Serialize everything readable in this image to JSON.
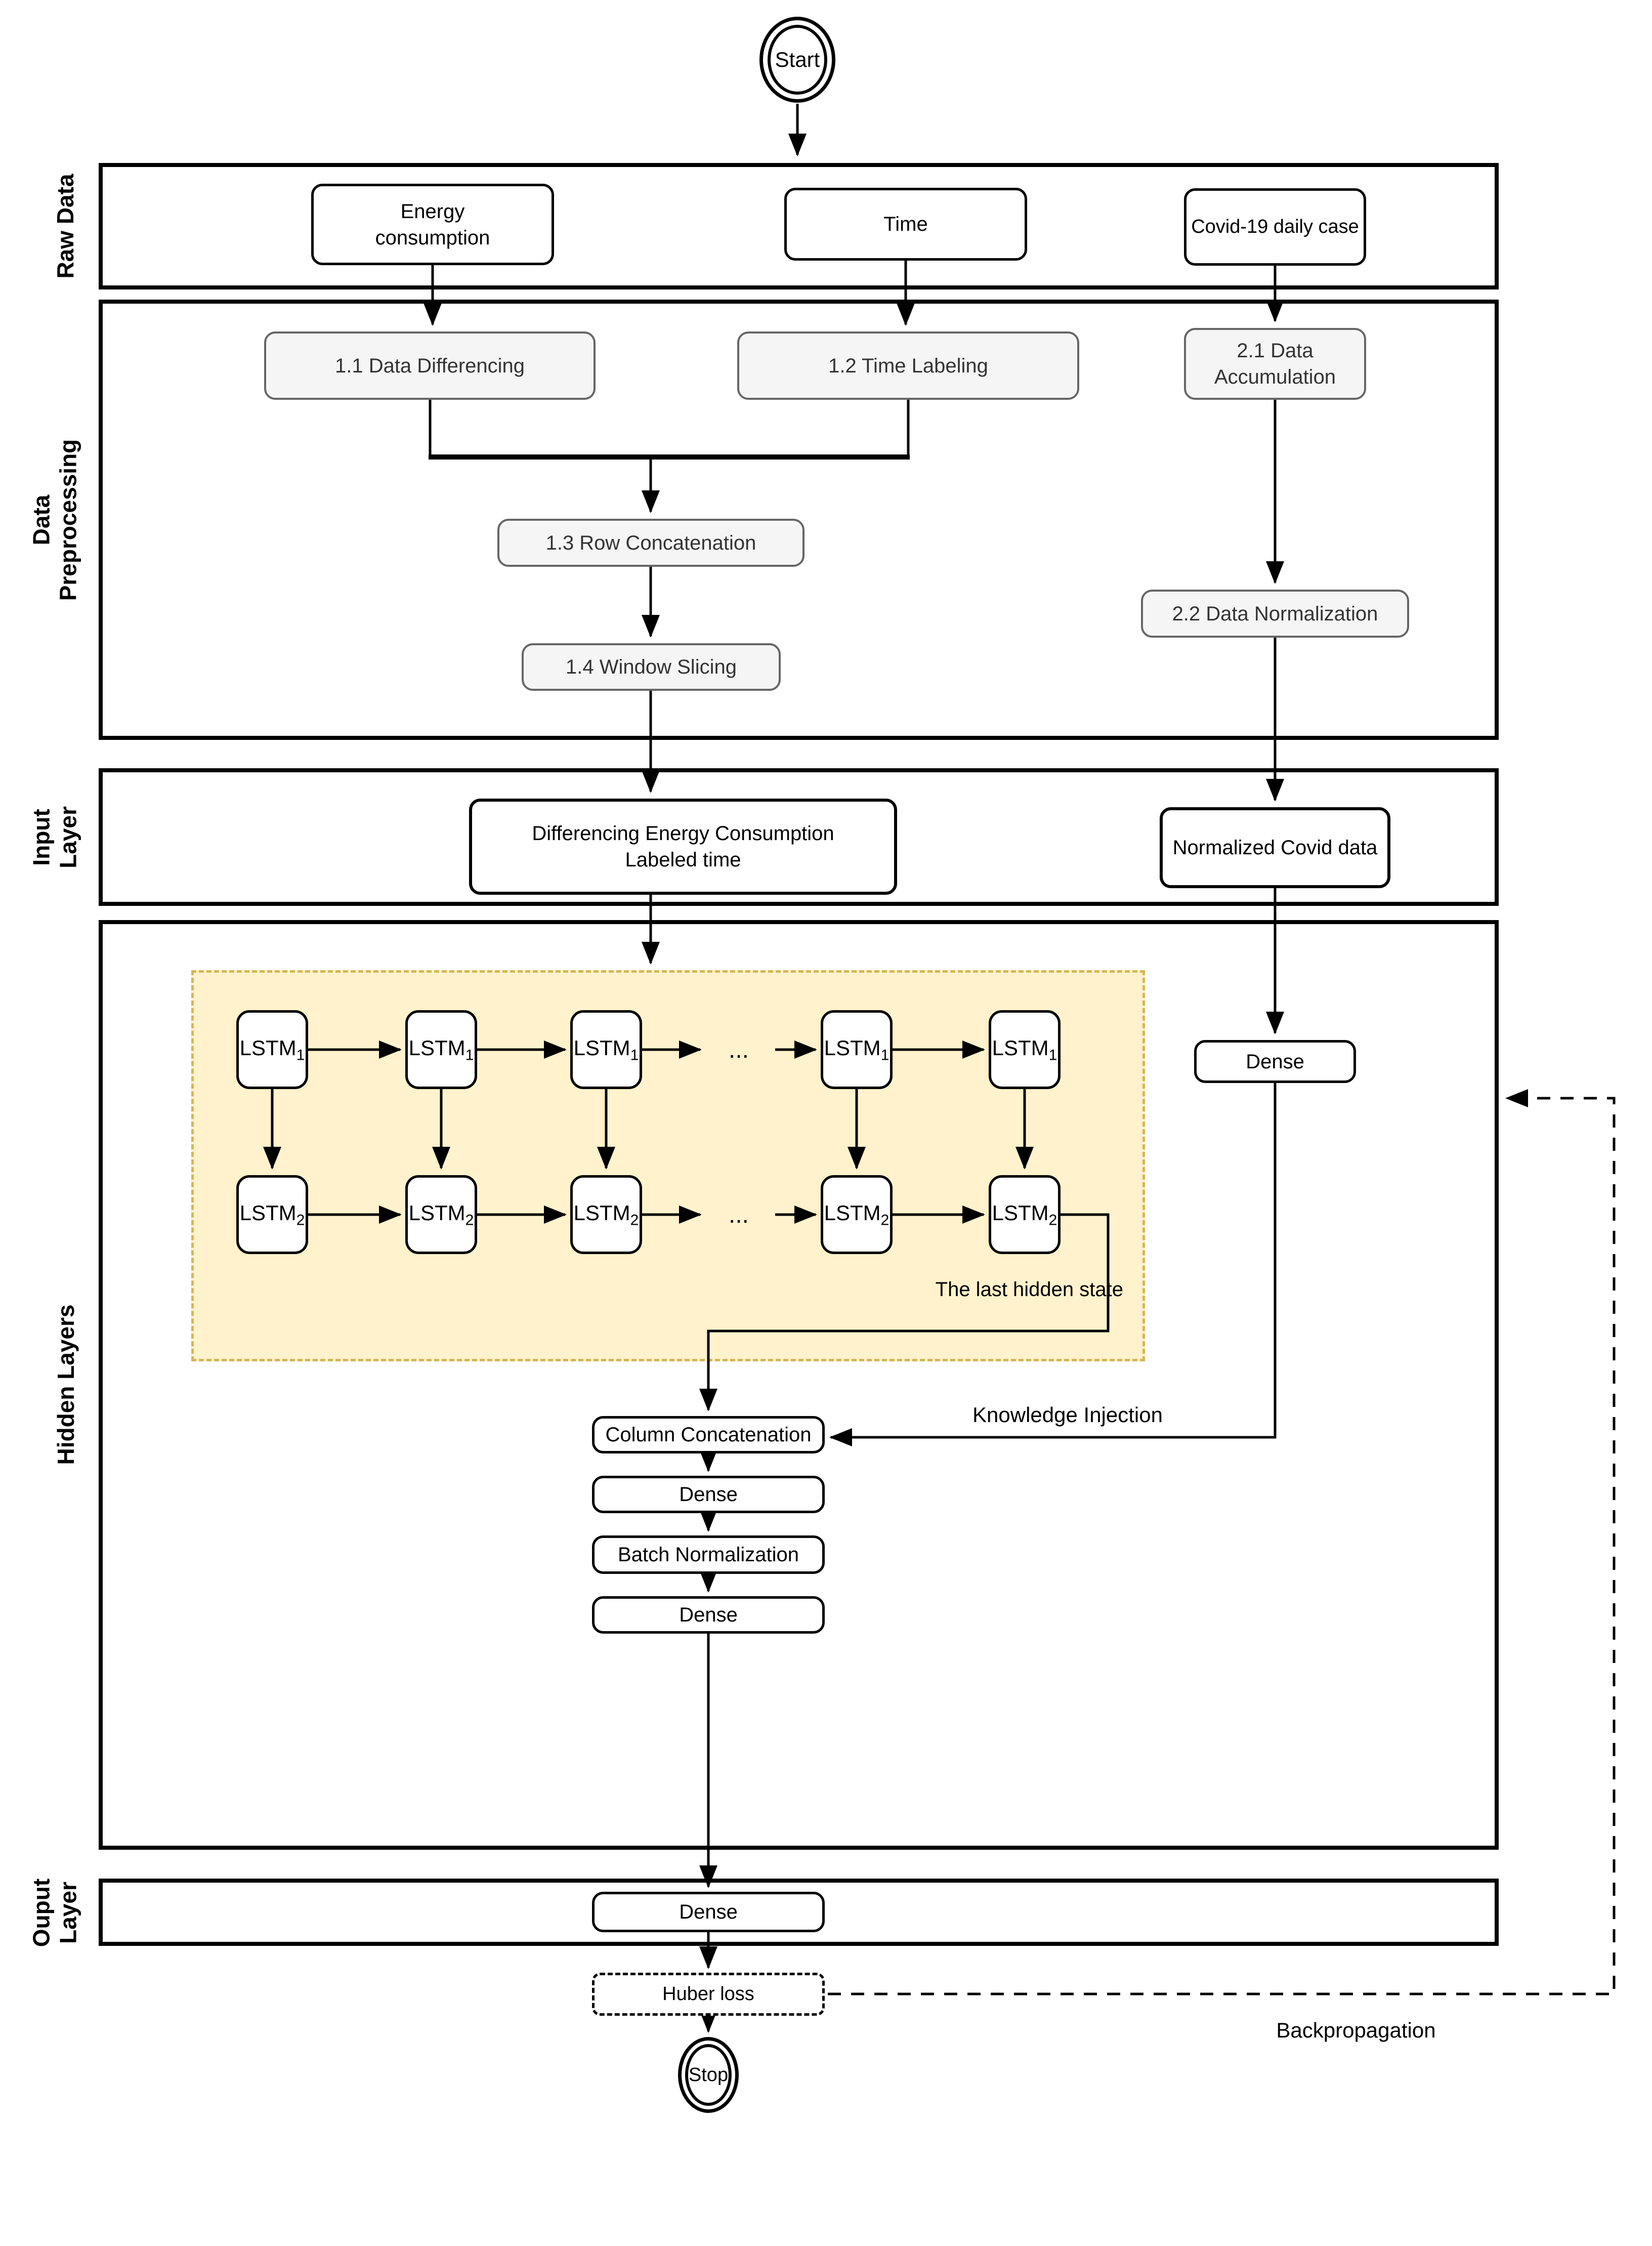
{
  "start_label": "Start",
  "stop_label": "Stop",
  "sections": {
    "raw": "Raw Data",
    "prep_line1": "Data",
    "prep_line2": "Preprocessing",
    "input_line1": "Input",
    "input_line2": "Layer",
    "hidden": "Hidden Layers",
    "output_line1": "Ouput",
    "output_line2": "Layer"
  },
  "raw": {
    "energy": "Energy consumption",
    "time": "Time",
    "covid": "Covid-19 daily case"
  },
  "prep": {
    "differencing": "1.1 Data Differencing",
    "labeling": "1.2 Time Labeling",
    "accumulation": "2.1 Data Accumulation",
    "row_concat": "1.3 Row Concatenation",
    "window_slicing": "1.4 Window Slicing",
    "normalization": "2.2 Data Normalization"
  },
  "input": {
    "diff_line1": "Differencing Energy Consumption",
    "diff_line2": "Labeled time",
    "covid": "Normalized Covid data"
  },
  "hidden": {
    "lstm1_base": "LSTM",
    "lstm1_sub": "1",
    "lstm2_base": "LSTM",
    "lstm2_sub": "2",
    "dots": "...",
    "last_hidden_state": "The last hidden state",
    "dense_right": "Dense",
    "column_concat": "Column Concatenation",
    "knowledge_injection": "Knowledge Injection",
    "dense_mid1": "Dense",
    "batch_norm": "Batch Normalization",
    "dense_mid2": "Dense"
  },
  "output": {
    "dense": "Dense"
  },
  "loss": {
    "huber": "Huber loss",
    "backpropagation": "Backpropagation"
  },
  "colors": {
    "lstm_area_fill": "#FFF2CC",
    "lstm_area_border": "#D6B656",
    "gray_fill": "#F5F5F5",
    "gray_border": "#666666",
    "gray_text": "#333333",
    "line": "#000000"
  }
}
